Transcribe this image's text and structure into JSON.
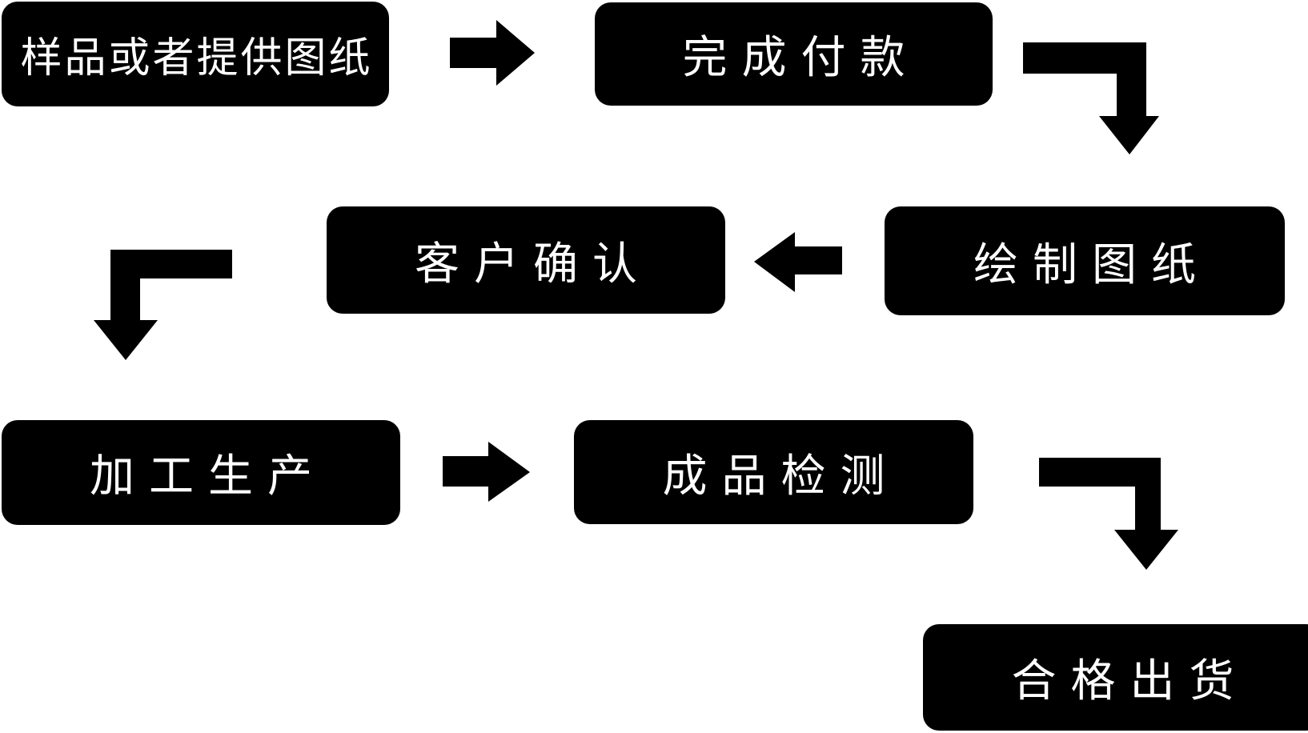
{
  "diagram": {
    "type": "flowchart",
    "nodes": [
      {
        "id": "sample",
        "label": "样品或者提供图纸"
      },
      {
        "id": "payment",
        "label": "完成付款"
      },
      {
        "id": "drawing",
        "label": "绘制图纸"
      },
      {
        "id": "confirm",
        "label": "客户确认"
      },
      {
        "id": "produce",
        "label": "加工生产"
      },
      {
        "id": "inspect",
        "label": "成品检测"
      },
      {
        "id": "ship",
        "label": "合格出货"
      }
    ],
    "connections": [
      {
        "from": "样品或者提供图纸",
        "to": "完成付款",
        "direction": "right"
      },
      {
        "from": "完成付款",
        "to": "绘制图纸",
        "direction": "elbow-right-down"
      },
      {
        "from": "绘制图纸",
        "to": "客户确认",
        "direction": "left"
      },
      {
        "from": "客户确认",
        "to": "加工生产",
        "direction": "elbow-left-down"
      },
      {
        "from": "加工生产",
        "to": "成品检测",
        "direction": "right"
      },
      {
        "from": "成品检测",
        "to": "合格出货",
        "direction": "elbow-right-down"
      }
    ]
  },
  "colors": {
    "background": "#ffffff",
    "node_bg": "#000000",
    "node_text": "#ffffff",
    "arrow": "#000000"
  }
}
